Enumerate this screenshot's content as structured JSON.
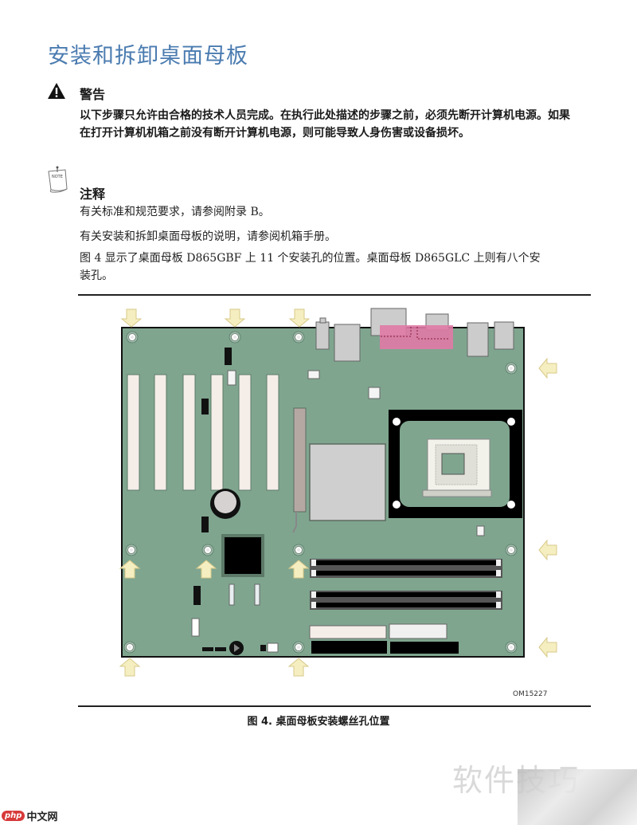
{
  "page": {
    "title": "安装和拆卸桌面母板"
  },
  "warning": {
    "icon": "warning-triangle-icon",
    "title": "警告",
    "body": "以下步骤只允许由合格的技术人员完成。在执行此处描述的步骤之前，必须先断开计算机电源。如果在打开计算机机箱之前没有断开计算机电源，则可能导致人身伤害或设备损坏。"
  },
  "note": {
    "icon": "note-paper-icon",
    "icon_label": "NOTE",
    "title": "注释",
    "paragraphs": [
      "有关标准和规范要求，请参阅附录 B。",
      "有关安装和拆卸桌面母板的说明，请参阅机箱手册。",
      "图 4 显示了桌面母板 D865GBF 上 11 个安装孔的位置。桌面母板 D865GLC 上则有八个安装孔。"
    ]
  },
  "figure": {
    "code": "OM15227",
    "caption": "图 4.  桌面母板安装螺丝孔位置",
    "board_color": "#7fa58f",
    "arrow_color": "#f5eec0",
    "arrow_stroke": "#d8c98a",
    "io_highlight_color": "#e07aa6",
    "mounting_holes_count": 11
  },
  "watermark": {
    "text": "软件技巧",
    "site_badge": "php",
    "site_text": "中文网"
  }
}
